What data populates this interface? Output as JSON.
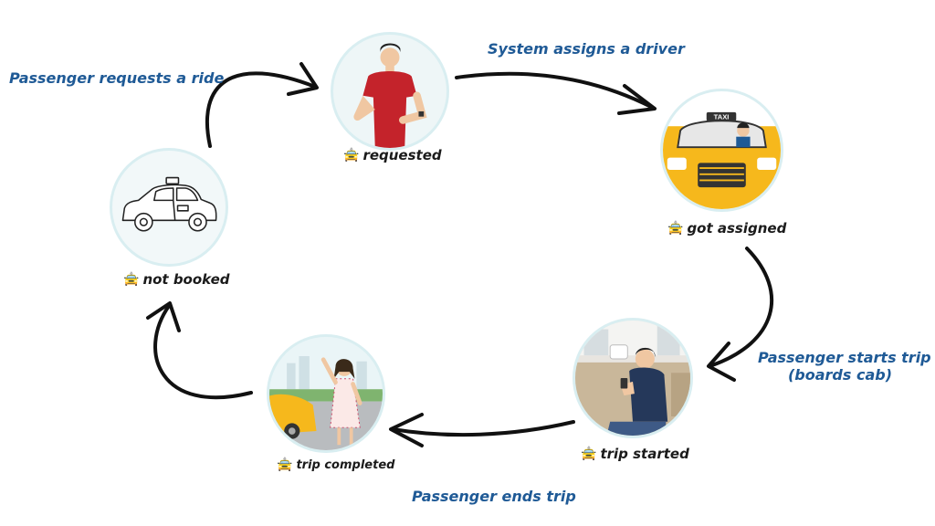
{
  "colors": {
    "transition_text": "#1f5a96",
    "state_text": "#1b1b1b",
    "circle_border": "#d9eef1",
    "circle_fill": "#eef6f7",
    "taxi_yellow": "#f6b81c",
    "arrow": "#111111"
  },
  "state_icon": "taxi-emoji-icon",
  "state_icon_glyph": "🚖",
  "states": {
    "not_booked": "not booked",
    "requested": "requested",
    "got_assigned": "got assigned",
    "trip_started": "trip started",
    "trip_completed": "trip completed"
  },
  "transitions": {
    "request": "Passenger requests a ride",
    "assign": "System assigns a driver",
    "start_line1": "Passenger starts trip",
    "start_line2": "(boards cab)",
    "end": "Passenger ends trip"
  },
  "taxi_sign": "TAXI"
}
